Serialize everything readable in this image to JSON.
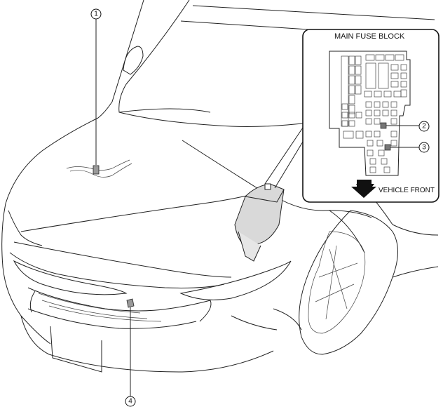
{
  "inset": {
    "title": "MAIN FUSE BLOCK",
    "direction_label": "VEHICLE FRONT"
  },
  "callouts": [
    "1",
    "2",
    "3",
    "4"
  ],
  "icons": {
    "direction": "down-arrow-icon",
    "callout": "circled-number-icon"
  }
}
